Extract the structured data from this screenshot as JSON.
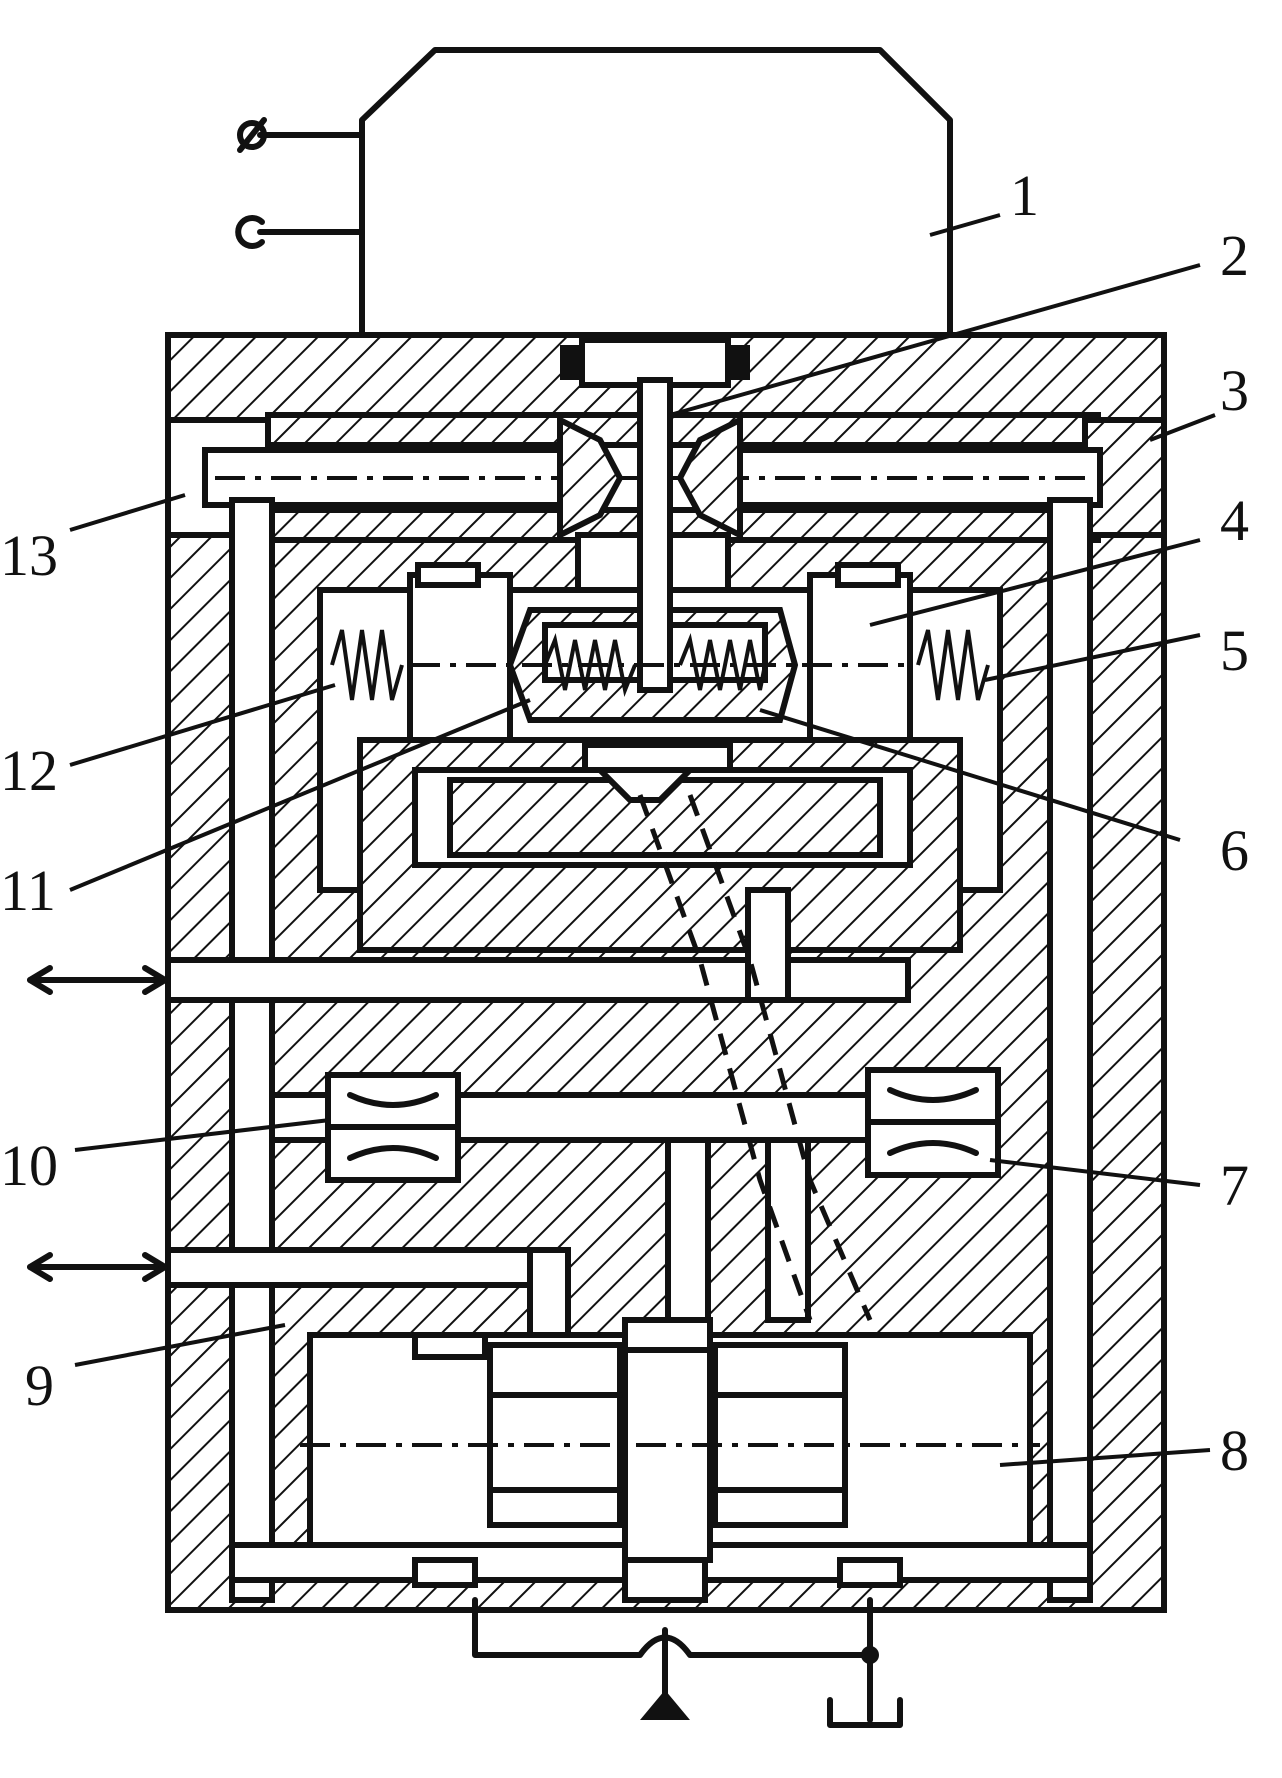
{
  "labels": [
    {
      "id": "1",
      "text": "1"
    },
    {
      "id": "2",
      "text": "2"
    },
    {
      "id": "3",
      "text": "3"
    },
    {
      "id": "4",
      "text": "4"
    },
    {
      "id": "5",
      "text": "5"
    },
    {
      "id": "6",
      "text": "6"
    },
    {
      "id": "7",
      "text": "7"
    },
    {
      "id": "8",
      "text": "8"
    },
    {
      "id": "9",
      "text": "9"
    },
    {
      "id": "10",
      "text": "10"
    },
    {
      "id": "11",
      "text": "11"
    },
    {
      "id": "12",
      "text": "12"
    },
    {
      "id": "13",
      "text": "13"
    }
  ]
}
